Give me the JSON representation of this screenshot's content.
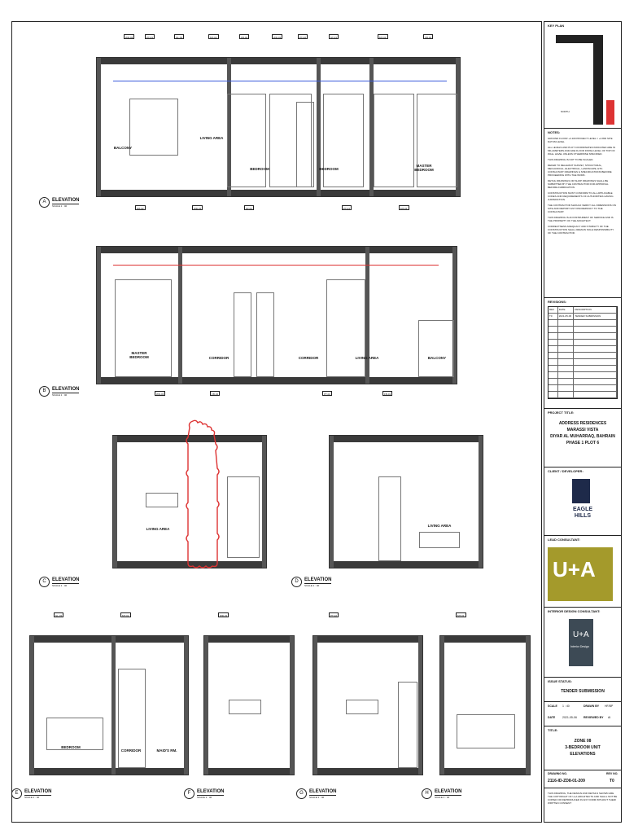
{
  "key_plan": {
    "label": "KEY PLAN",
    "north": "NORTH"
  },
  "notes": {
    "title": "NOTES:",
    "items": [
      "GROUND FLOOR +4.100 PROJECT LEVEL = +4.800 SITE DATUM LEVEL",
      "ALL LEVELS AND PLOT COORDINATES INDICATED ARE IN MILLIMETERS AND ARE FLOOR FINISH LEVEL OF TOP OF WALL LEVEL UNLESS OTHERWISE SPECIFIED.",
      "THIS DRAWING IS NOT TO BE SCALED.",
      "REFER TO RELEVANT SURVEY, STRUCTURAL, MECHANICAL, ELECTRICAL, LANDSCAPE, ETC. CONSULTANT DRAWINGS & SPECIFICATIONS BEFORE PROCEEDING WITH THE WORK.",
      "DETAIL DRAWINGS OR SHOP DRAWINGS SHALL BE SUBMITTED BY THE CONTRACTOR FOR APPROVAL BEFORE FABRICATION.",
      "CONSTRUCTION MUST CONFORM TO ALL APPLICABLE CODES AND REQUIREMENTS OF AUTHORITIES HAVING JURISDICTION.",
      "THE CONTRACTOR SHOULD VERIFY ALL DIMENSIONS ON SITE AND REPORT ANY DISCREPANCY TO THE CONSULTANT.",
      "THIS DRAWING IS AN INSTRUMENT OF SERVICE AND IS THE PROPERTY OF THE ARCHITECT.",
      "CORRECTNESS ADEQUACY AND STABILITY OF THE CONSTRUCTION SHALL REMAIN SOLE RESPONSIBILITY OF THE CONTRACTOR."
    ]
  },
  "revisions": {
    "title": "REVISIONS:",
    "headers": [
      "REV",
      "DATE",
      "DESCRIPTION"
    ],
    "rows": [
      [
        "T0",
        "2021-05-06",
        "TENDER SUBMISSION"
      ]
    ]
  },
  "project": {
    "label": "PROJECT TITLE:",
    "lines": [
      "ADDRESS RESIDENCES",
      "MARASSI VISTA",
      "DIYAR AL MUHARRAQ, BAHRAIN",
      "PHASE 1 PLOT 6"
    ]
  },
  "client": {
    "label": "CLIENT / DEVELOPER:",
    "name_line1": "EAGLE",
    "name_line2": "HILLS"
  },
  "lead_consultant": {
    "label": "LEAD CONSULTANT:",
    "logo": "U+A"
  },
  "interior_consultant": {
    "label": "INTERIOR DESIGN CONSULTANT:",
    "logo": "U+A",
    "sub": "Interior Design"
  },
  "status": {
    "label": "ISSUE STATUS:",
    "value": "TENDER SUBMISSION"
  },
  "meta": {
    "scale_label": "SCALE",
    "scale": "1 : 40",
    "drawn_label": "DRAWN BY",
    "drawn": "HF/BP",
    "date_label": "DATE",
    "date": "2021-05-06",
    "checked_label": "REVIEWED BY",
    "checked": "AI"
  },
  "title": {
    "label": "TITLE:",
    "lines": [
      "ZONE 08",
      "3-BEDROOM UNIT",
      "ELEVATIONS"
    ]
  },
  "drawing": {
    "label": "DRAWING NO.",
    "number": "2116-ID-ZD8-01-209",
    "rev_label": "REV NO.",
    "rev": "T0"
  },
  "footer": "THIS DRAWING, THE DESIGN AND DETAILS SHOWN ARE THE COPYRIGHT OF U+A ARCHITECTS AND SHALL NOT BE COPIED OR REPRODUCED IN ANY FORM WITHOUT THEIR WRITTEN CONSENT",
  "elevations": [
    {
      "letter": "A",
      "title": "ELEVATION",
      "scale": "SCALE 1 : 40",
      "rooms": [
        "BALCONY",
        "LIVING AREA",
        "BEDROOM",
        "BEDROOM",
        "MASTER BEDROOM"
      ]
    },
    {
      "letter": "B",
      "title": "ELEVATION",
      "scale": "SCALE 1 : 40",
      "rooms": [
        "MASTER BEDROOM",
        "CORRIDOR",
        "CORRIDOR",
        "LIVING AREA",
        "BALCONY"
      ]
    },
    {
      "letter": "C",
      "title": "ELEVATION",
      "scale": "SCALE 1 : 40",
      "rooms": [
        "LIVING AREA"
      ]
    },
    {
      "letter": "D",
      "title": "ELEVATION",
      "scale": "SCALE 1 : 40",
      "rooms": [
        "LIVING AREA"
      ]
    },
    {
      "letter": "E",
      "title": "ELEVATION",
      "scale": "SCALE 1 : 40",
      "rooms": [
        "BEDROOM",
        "CORRIDOR",
        "MAID'S RM."
      ]
    },
    {
      "letter": "F",
      "title": "ELEVATION",
      "scale": "SCALE 1 : 40",
      "rooms": []
    },
    {
      "letter": "G",
      "title": "ELEVATION",
      "scale": "SCALE 1 : 40",
      "rooms": []
    },
    {
      "letter": "H",
      "title": "ELEVATION",
      "scale": "SCALE 1 : 40",
      "rooms": []
    }
  ],
  "tags": [
    "WD-03",
    "PT-01",
    "GL-01",
    "MT-02",
    "FB-04",
    "WD-01",
    "PT-02",
    "ST-01",
    "MT-01",
    "FB-01"
  ],
  "colors": {
    "accent_red": "#d33333",
    "blue_line": "#3b5bdb",
    "ua_gold": "#a49a2b",
    "ua_slate": "#3d4a55",
    "eagle_navy": "#1e2a4a"
  }
}
